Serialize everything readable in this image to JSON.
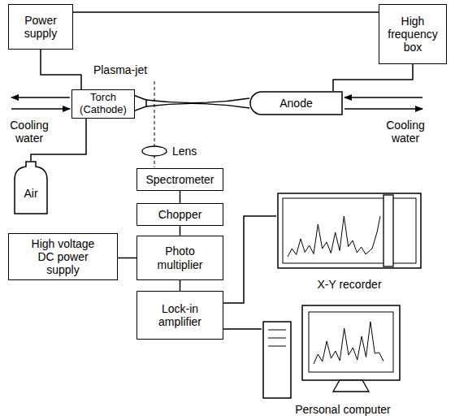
{
  "diagram": {
    "nodes": [
      {
        "text": [
          "Power supply"
        ]
      },
      {
        "text": [
          "High frequency box"
        ]
      },
      {
        "text": [
          "Torch (Cathode)"
        ]
      },
      {
        "text": [
          "Anode"
        ]
      },
      {
        "text": [
          "Air"
        ]
      },
      {
        "text": [
          "Lens"
        ]
      },
      {
        "text": [
          "Spectrometer"
        ]
      },
      {
        "text": [
          "Chopper"
        ]
      },
      {
        "text": [
          "Photo multiplier"
        ]
      },
      {
        "text": [
          "High voltage DC power supply"
        ]
      },
      {
        "text": [
          "Lock-in amplifier"
        ]
      },
      {
        "text": [
          "X-Y recorder"
        ]
      },
      {
        "text": [
          "Personal computer"
        ]
      }
    ],
    "edges": [
      {
        "from": 0,
        "to": 1,
        "arrow": "none"
      },
      {
        "from": 0,
        "to": 2,
        "arrow": "none"
      },
      {
        "from": 1,
        "to": 3,
        "arrow": "none"
      },
      {
        "from": 4,
        "to": 2,
        "arrow": "none"
      },
      {
        "from": 6,
        "to": 7,
        "arrow": "none"
      },
      {
        "from": 7,
        "to": 8,
        "arrow": "none"
      },
      {
        "from": 9,
        "to": 8,
        "arrow": "none"
      },
      {
        "from": 8,
        "to": 10,
        "arrow": "none"
      },
      {
        "from": 10,
        "to": 11,
        "arrow": "none"
      },
      {
        "from": 10,
        "to": 12,
        "arrow": "none"
      }
    ],
    "labels": [
      "Plasma-jet",
      "Cooling water",
      "Cooling water"
    ]
  }
}
